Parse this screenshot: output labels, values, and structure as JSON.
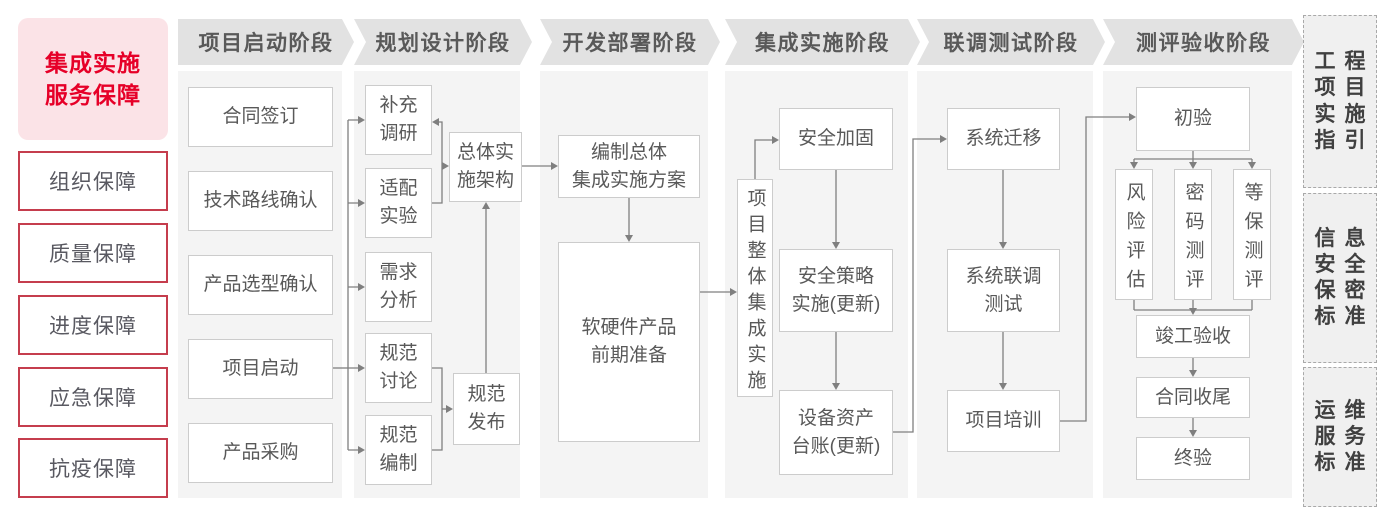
{
  "sidebar": {
    "title": "集成实施\n服务保障",
    "items": [
      {
        "label": "组织保障"
      },
      {
        "label": "质量保障"
      },
      {
        "label": "进度保障"
      },
      {
        "label": "应急保障"
      },
      {
        "label": "抗疫保障"
      }
    ]
  },
  "phases": [
    {
      "header": "项目启动阶段",
      "boxes": [
        {
          "label": "合同签订"
        },
        {
          "label": "技术路线确认"
        },
        {
          "label": "产品选型确认"
        },
        {
          "label": "项目启动"
        },
        {
          "label": "产品采购"
        }
      ]
    },
    {
      "header": "规划设计阶段",
      "boxes": [
        {
          "label": "补充\n调研"
        },
        {
          "label": "适配\n实验"
        },
        {
          "label": "需求\n分析"
        },
        {
          "label": "规范\n讨论"
        },
        {
          "label": "规范\n编制"
        },
        {
          "label": "总体实\n施架构"
        },
        {
          "label": "规范\n发布"
        }
      ]
    },
    {
      "header": "开发部署阶段",
      "boxes": [
        {
          "label": "编制总体\n集成实施方案"
        },
        {
          "label": "软硬件产品\n前期准备"
        }
      ]
    },
    {
      "header": "集成实施阶段",
      "boxes": [
        {
          "label": "项目整体集成实施"
        },
        {
          "label": "安全加固"
        },
        {
          "label": "安全策略\n实施(更新)"
        },
        {
          "label": "设备资产\n台账(更新)"
        }
      ]
    },
    {
      "header": "联调测试阶段",
      "boxes": [
        {
          "label": "系统迁移"
        },
        {
          "label": "系统联调\n测试"
        },
        {
          "label": "项目培训"
        }
      ]
    },
    {
      "header": "测评验收阶段",
      "boxes": [
        {
          "label": "初验"
        },
        {
          "label": "风险评估"
        },
        {
          "label": "密码测评"
        },
        {
          "label": "等保测评"
        },
        {
          "label": "竣工验收"
        },
        {
          "label": "合同收尾"
        },
        {
          "label": "终验"
        }
      ]
    }
  ],
  "standards": [
    {
      "label": "工程\n项目\n实施\n指引"
    },
    {
      "label": "信息\n安全\n保密\n标准"
    },
    {
      "label": "运维\n服务\n标准"
    }
  ],
  "colors": {
    "accent_red": "#e60028",
    "pink_bg": "#fbe3e7",
    "red_border": "#c53d4d",
    "banner_bg": "#e2e2e2",
    "column_bg": "#f4f4f4",
    "text_gray": "#595959",
    "box_border": "#cccccc",
    "line_gray": "#7f7f7f",
    "standard_bg": "#f0f0f0",
    "standard_border": "#a9a9a9",
    "standard_text": "#404040"
  }
}
